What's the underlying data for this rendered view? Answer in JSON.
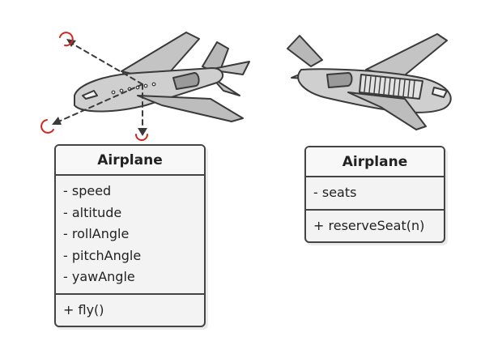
{
  "left_class": {
    "name": "Airplane",
    "attributes": [
      "- speed",
      "- altitude",
      "- rollAngle",
      "- pitchAngle",
      "- yawAngle"
    ],
    "methods": [
      "+ fly()"
    ]
  },
  "right_class": {
    "name": "Airplane",
    "attributes": [
      "- seats"
    ],
    "methods": [
      "+ reserveSeat(n)"
    ]
  },
  "colors": {
    "plane_fill": "#c4c4c4",
    "plane_dark": "#9a9a9a",
    "outline": "#3a3a3a",
    "axis_arrow": "#d0281e",
    "box_fill": "#f3f3f3"
  }
}
